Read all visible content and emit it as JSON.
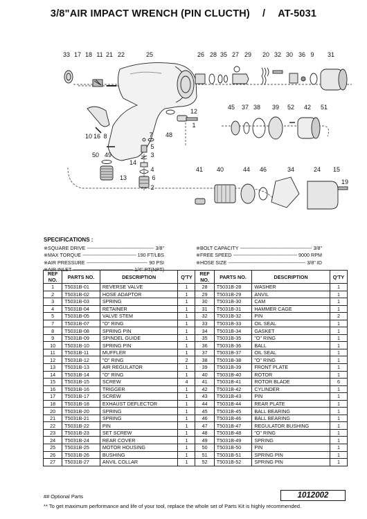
{
  "header": {
    "title": "3/8\"AIR IMPACT WRENCH (PIN CLUCTH)",
    "separator": "/",
    "model": "AT-5031"
  },
  "diagram": {
    "callouts": [
      "33",
      "17",
      "18",
      "11",
      "21",
      "22",
      "25",
      "26",
      "28",
      "35",
      "27",
      "29",
      "20",
      "32",
      "30",
      "36",
      "9",
      "31",
      "12",
      "1",
      "7",
      "48",
      "8",
      "10",
      "16",
      "50",
      "49",
      "5",
      "14",
      "3",
      "13",
      "4",
      "6",
      "2",
      "45",
      "37",
      "38",
      "39",
      "52",
      "42",
      "51",
      "41",
      "40",
      "44",
      "46",
      "34",
      "24",
      "15",
      "19"
    ]
  },
  "specs": {
    "heading": "SPECIFICATIONS :",
    "left": [
      {
        "label": "※SQUARE DRIVE",
        "value": "3/8\""
      },
      {
        "label": "※MAX TORQUE",
        "value": "190 FT/LBS"
      },
      {
        "label": "※AIR PRESSURE",
        "value": "90 PSI"
      },
      {
        "label": "※AIR INLET",
        "value": "1/4\" PT(NPT)"
      }
    ],
    "right": [
      {
        "label": "※BOLT CAPACITY",
        "value": "3/8\""
      },
      {
        "label": "※FREE SPEED",
        "value": "9000 RPM"
      },
      {
        "label": "※HOSE SIZE",
        "value": "3/8\" ID"
      }
    ]
  },
  "table": {
    "headers": {
      "ref_line1": "REF",
      "ref_line2": "NO.",
      "parts_no": "PARTS NO.",
      "description": "DESCRIPTION",
      "qty": "Q'TY"
    },
    "left": [
      [
        "1",
        "T5031B-01",
        "REVERSE VALVE",
        "1"
      ],
      [
        "2",
        "T5031B-02",
        "HOSE ADAPTOR",
        "1"
      ],
      [
        "3",
        "T5031B-03",
        "SPRING",
        "1"
      ],
      [
        "4",
        "T5031B-04",
        "RETAINER",
        "1"
      ],
      [
        "5",
        "T5031B-05",
        "VALVE STEM",
        "1"
      ],
      [
        "7",
        "T5031B-07",
        "\"O\" RING",
        "1"
      ],
      [
        "8",
        "T5031B-08",
        "SPRING PIN",
        "1"
      ],
      [
        "9",
        "T5031B-09",
        "SPINDEL GUIDE",
        "1"
      ],
      [
        "10",
        "T5031B-10",
        "SPRING PIN",
        "1"
      ],
      [
        "11",
        "T5031B-11",
        "MUFFLER",
        "1"
      ],
      [
        "12",
        "T5031B-12",
        "\"O\" RING",
        "2"
      ],
      [
        "13",
        "T5031B-13",
        "AIR REGULATOR",
        "1"
      ],
      [
        "14",
        "T5031B-14",
        "\"O\" RING",
        "1"
      ],
      [
        "15",
        "T5031B-15",
        "SCREW",
        "4"
      ],
      [
        "16",
        "T5031B-16",
        "TRIGGER",
        "1"
      ],
      [
        "17",
        "T5031B-17",
        "SCREW",
        "1"
      ],
      [
        "18",
        "T5031B-18",
        "EXHAUST DEFLECTOR",
        "1"
      ],
      [
        "20",
        "T5031B-20",
        "SPRING",
        "1"
      ],
      [
        "21",
        "T5031B-21",
        "SPRING",
        "1"
      ],
      [
        "22",
        "T5031B-22",
        "PIN",
        "1"
      ],
      [
        "23",
        "T5031B-23",
        "SET SCREW",
        "1"
      ],
      [
        "24",
        "T5031B-24",
        "REAR COVER",
        "1"
      ],
      [
        "25",
        "T5031B-25",
        "MOTOR HOUSING",
        "1"
      ],
      [
        "26",
        "T5031B-26",
        "BUSHING",
        "1"
      ],
      [
        "27",
        "T5031B-27",
        "ANVIL COLLAR",
        "1"
      ]
    ],
    "right": [
      [
        "28",
        "T5031B-28",
        "WASHER",
        "1"
      ],
      [
        "29",
        "T5031B-29",
        "ANVIL",
        "1"
      ],
      [
        "30",
        "T5031B-30",
        "CAM",
        "1"
      ],
      [
        "31",
        "T5031B-31",
        "HAMMER CAGE",
        "1"
      ],
      [
        "32",
        "T5031B-32",
        "PIN",
        "2"
      ],
      [
        "33",
        "T5031B-33",
        "OIL SEAL",
        "1"
      ],
      [
        "34",
        "T5031B-34",
        "GASKET",
        "1"
      ],
      [
        "35",
        "T5031B-35",
        "\"O\" RING",
        "1"
      ],
      [
        "36",
        "T5031B-36",
        "BALL",
        "1"
      ],
      [
        "37",
        "T5031B-37",
        "OIL SEAL",
        "1"
      ],
      [
        "38",
        "T5031B-38",
        "\"O\" RING",
        "1"
      ],
      [
        "39",
        "T5031B-39",
        "FRONT PLATE",
        "1"
      ],
      [
        "40",
        "T5031B-40",
        "ROTOR",
        "1"
      ],
      [
        "41",
        "T5031B-41",
        "ROTOR BLADE",
        "6"
      ],
      [
        "42",
        "T5031B-42",
        "CYLINDER",
        "1"
      ],
      [
        "43",
        "T5031B-43",
        "PIN",
        "1"
      ],
      [
        "44",
        "T5031B-44",
        "REAR PLATE",
        "1"
      ],
      [
        "45",
        "T5031B-45",
        "BALL BEARING",
        "1"
      ],
      [
        "46",
        "T5031B-46",
        "BALL BEARING",
        "1"
      ],
      [
        "47",
        "T5031B-47",
        "REGULATOR BUSHING",
        "1"
      ],
      [
        "48",
        "T5031B-48",
        "\"O\" RING",
        "1"
      ],
      [
        "49",
        "T5031B-49",
        "SPRING",
        "1"
      ],
      [
        "50",
        "T5031B-50",
        "PIN",
        "1"
      ],
      [
        "51",
        "T5031B-51",
        "SPRING PIN",
        "1"
      ],
      [
        "52",
        "T5031B-52",
        "SPRING PIN",
        "1"
      ]
    ]
  },
  "footer": {
    "optional_note": "## Optional Parts",
    "code": "1012002",
    "kit_note": "** To get maximum performance and life of your tool, replace the whole set of Parts Kit is highly recommended."
  }
}
